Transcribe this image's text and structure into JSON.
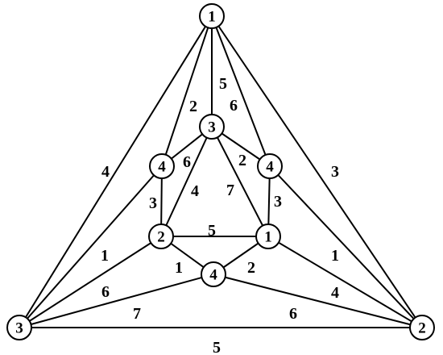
{
  "graph": {
    "nodes": [
      {
        "id": "top",
        "label": "1"
      },
      {
        "id": "bl",
        "label": "3"
      },
      {
        "id": "br",
        "label": "2"
      },
      {
        "id": "m3",
        "label": "3"
      },
      {
        "id": "ml4",
        "label": "4"
      },
      {
        "id": "mr4",
        "label": "4"
      },
      {
        "id": "i2",
        "label": "2"
      },
      {
        "id": "i1",
        "label": "1"
      },
      {
        "id": "b4",
        "label": "4"
      }
    ],
    "edges": [
      {
        "from": "top",
        "to": "bl",
        "label": "4"
      },
      {
        "from": "top",
        "to": "br",
        "label": "3"
      },
      {
        "from": "bl",
        "to": "br",
        "label": "5"
      },
      {
        "from": "top",
        "to": "m3",
        "label": "5"
      },
      {
        "from": "top",
        "to": "ml4",
        "label": "2"
      },
      {
        "from": "top",
        "to": "mr4",
        "label": "6"
      },
      {
        "from": "m3",
        "to": "ml4",
        "label": "6"
      },
      {
        "from": "m3",
        "to": "mr4",
        "label": "2"
      },
      {
        "from": "m3",
        "to": "i2",
        "label": "4"
      },
      {
        "from": "m3",
        "to": "i1",
        "label": "7"
      },
      {
        "from": "ml4",
        "to": "i2",
        "label": "3"
      },
      {
        "from": "mr4",
        "to": "i1",
        "label": "3"
      },
      {
        "from": "ml4",
        "to": "bl",
        "label": ""
      },
      {
        "from": "mr4",
        "to": "br",
        "label": ""
      },
      {
        "from": "i2",
        "to": "i1",
        "label": "5"
      },
      {
        "from": "i2",
        "to": "bl",
        "label": "1"
      },
      {
        "from": "i1",
        "to": "br",
        "label": "1"
      },
      {
        "from": "i2",
        "to": "b4",
        "label": "1"
      },
      {
        "from": "i1",
        "to": "b4",
        "label": "2"
      },
      {
        "from": "b4",
        "to": "bl",
        "label": "7"
      },
      {
        "from": "b4",
        "to": "br",
        "label": "6"
      },
      {
        "from": "i2",
        "to": "bl",
        "label": "6"
      },
      {
        "from": "i1",
        "to": "br",
        "label": "4"
      }
    ]
  }
}
